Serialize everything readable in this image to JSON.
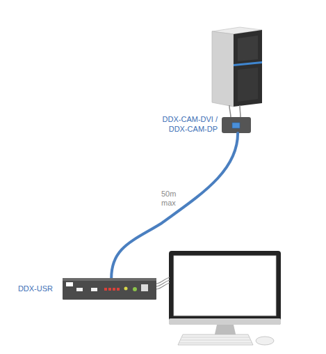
{
  "diagram": {
    "nodes": [
      {
        "text": [
          "DDX-CAM-DVI / DDX-CAM-DP"
        ]
      },
      {
        "text": [
          "DDX-USR"
        ]
      }
    ],
    "edges": [
      {
        "from": 0,
        "to": 1,
        "arrow": "none",
        "label": "50m max"
      }
    ]
  }
}
